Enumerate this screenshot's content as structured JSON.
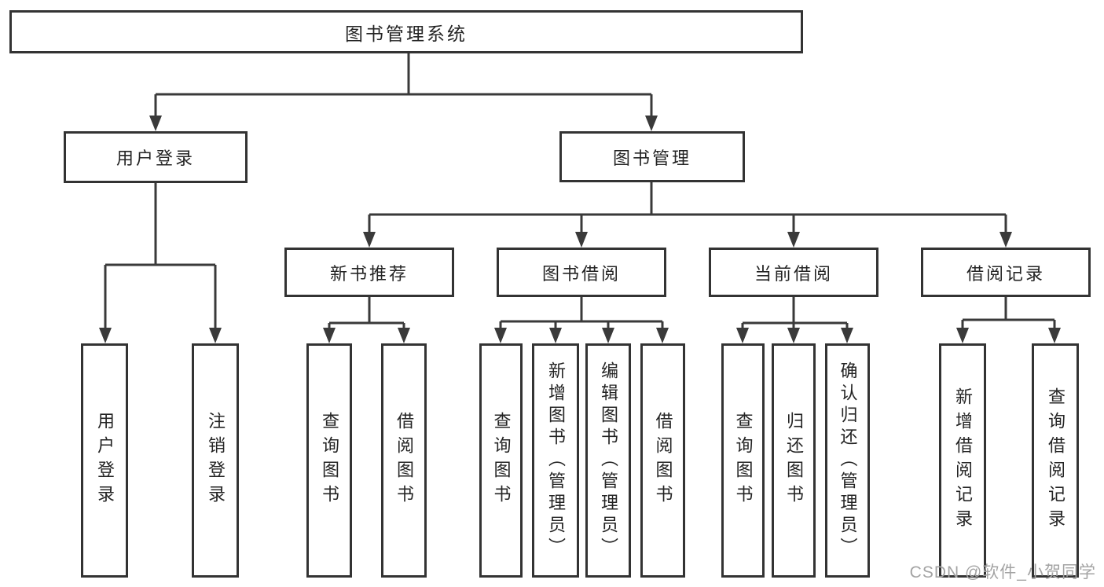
{
  "tree": {
    "root": {
      "label": "图书管理系统",
      "children": [
        {
          "label": "用户登录",
          "children": [
            {
              "label": "用户登录"
            },
            {
              "label": "注销登录"
            }
          ]
        },
        {
          "label": "图书管理",
          "children": [
            {
              "label": "新书推荐",
              "children": [
                {
                  "label": "查询图书"
                },
                {
                  "label": "借阅图书"
                }
              ]
            },
            {
              "label": "图书借阅",
              "children": [
                {
                  "label": "查询图书"
                },
                {
                  "label": "新增图书（管理员）"
                },
                {
                  "label": "编辑图书（管理员）"
                },
                {
                  "label": "借阅图书"
                }
              ]
            },
            {
              "label": "当前借阅",
              "children": [
                {
                  "label": "查询图书"
                },
                {
                  "label": "归还图书"
                },
                {
                  "label": "确认归还（管理员）"
                }
              ]
            },
            {
              "label": "借阅记录",
              "children": [
                {
                  "label": "新增借阅记录"
                },
                {
                  "label": "查询借阅记录"
                }
              ]
            }
          ]
        }
      ]
    }
  },
  "watermark": {
    "text": "CSDN @软件_小贺同学",
    "color": "#a3a3a3"
  },
  "colors": {
    "line": "#3a3a3a",
    "box_border": "#333333",
    "box_fill": "#ffffff",
    "text": "#242424"
  }
}
